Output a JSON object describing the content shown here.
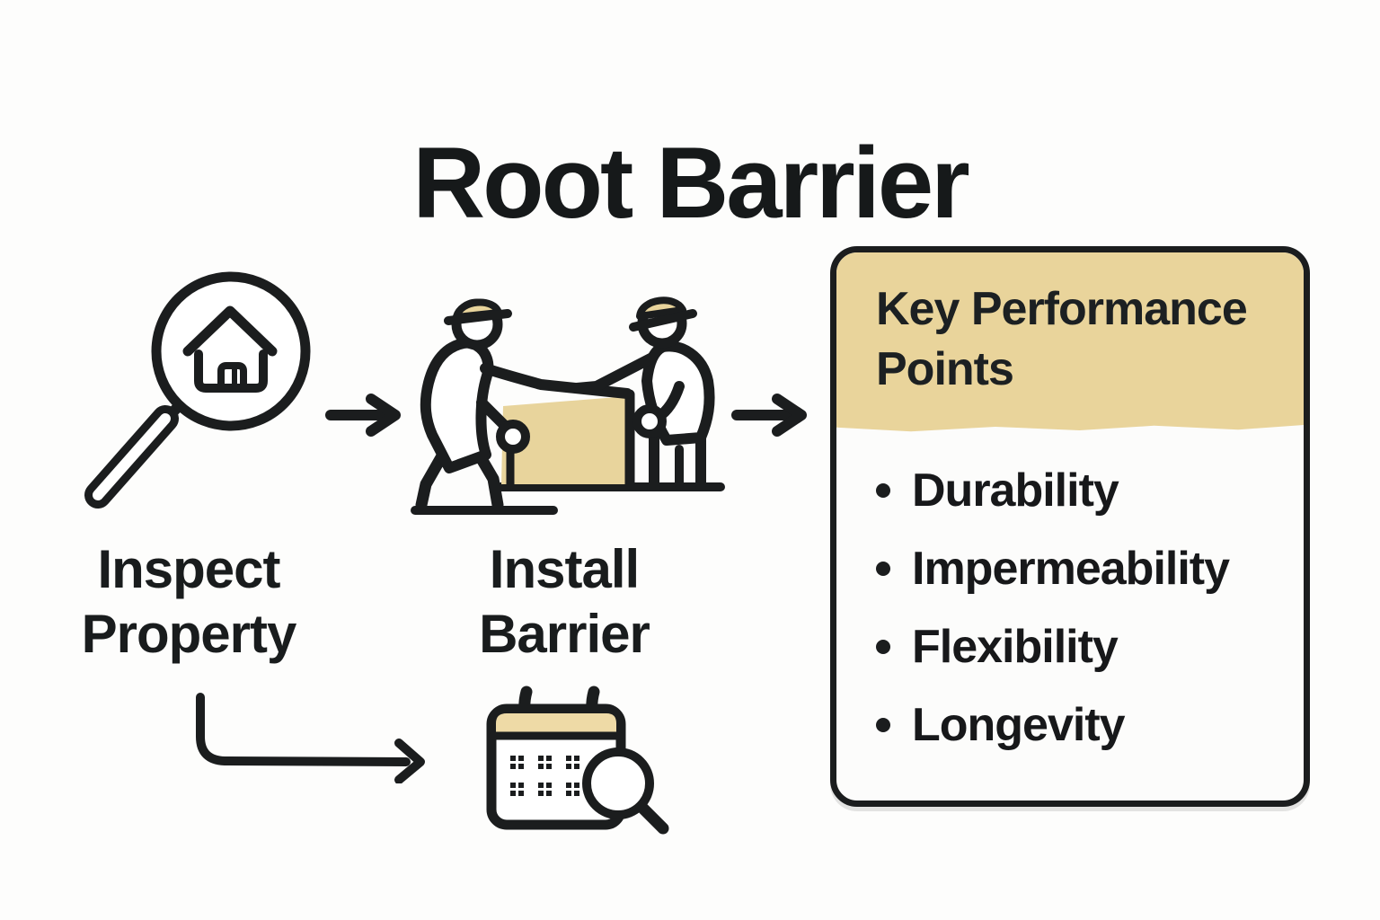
{
  "title": "Root Barrier",
  "colors": {
    "ink": "#1b1d1e",
    "tan": "#e8d49c",
    "tan_light": "#eedaa6",
    "background": "#fdfdfc"
  },
  "steps": [
    {
      "icon": "magnifier-house-icon",
      "label_lines": [
        "Inspect",
        "Property"
      ]
    },
    {
      "icon": "workers-carrying-barrier-icon",
      "label_lines": [
        "Install",
        "Barrier"
      ]
    }
  ],
  "kpp": {
    "title_lines": [
      "Key Performance",
      "Points"
    ],
    "items": [
      "Durability",
      "Impermeability",
      "Flexibility",
      "Longevity"
    ]
  },
  "schedule_icon": "calendar-magnifier-icon"
}
